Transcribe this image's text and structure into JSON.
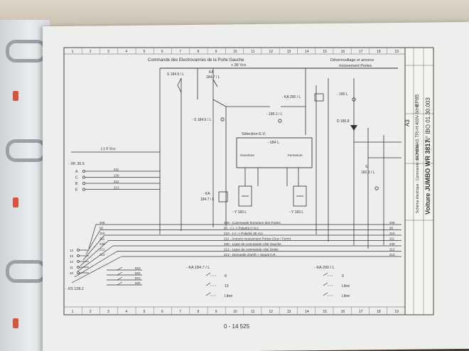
{
  "header_title": "Commande des Electrovannes de la Porte Gauche",
  "header_right_1": "Déverrouillage et amorce",
  "header_right_2": "mouvement Portes",
  "bus_top": "+ 36 Vcc",
  "bus_zero": "(-) 0 Vcc",
  "components": {
    "s1845": "S 184.5 / L",
    "ka1847_top": "KA",
    "ka1847_top_b": "184.7 / L",
    "s1846": "- S 184.6 / L",
    "ka200": "- KA 200 / L",
    "s1851": "- 185.1 / L",
    "selection": "Sélection E.V.",
    "s184l": "- 184 L",
    "ouverture": "Ouverture",
    "fermeture": "Fermeture",
    "ka1847_mid": "- KA",
    "ka1847_mid_b": "184.7 / L",
    "y183a": "- Y 183 L",
    "y183b": "- Y 183 L",
    "s1801": "- 180 L",
    "d1801": "D 180.8",
    "s1823": "S",
    "s1823_b": "182.3 / L",
    "xk": "- XK 35.5",
    "xs": "- XS 128.2"
  },
  "bus_lines": [
    {
      "num": "209",
      "label": "209 - Commande fermeture des Portes"
    },
    {
      "num": "90",
      "label": "90 - (-) -> Polarité 0 Vcc"
    },
    {
      "num": "210",
      "label": "210 - (+) -> Polarité 36 Vcc"
    },
    {
      "num": "211",
      "label": "211 - Amorce mouvement Portes (Ouv / Ferm)"
    },
    {
      "num": "230",
      "label": "230 - Ligne de commande côté Gauche"
    },
    {
      "num": "212",
      "label": "212 - Ligne de commande côté Droite"
    },
    {
      "num": "213",
      "label": "213 - Demande d'arrêt + Signal A.R."
    }
  ],
  "ref_right": [
    "209",
    "90",
    "210",
    "211",
    "230",
    "212",
    "213"
  ],
  "connector_xk_letters": [
    "A",
    "C",
    "B",
    "E"
  ],
  "connector_xk_nums": [
    "211",
    "230",
    "212",
    "213"
  ],
  "xs_pins": [
    "14",
    "13",
    "12",
    "11",
    "10"
  ],
  "xs_wires": [
    "823",
    "822",
    "821",
    "820"
  ],
  "contacts_ka1847": {
    "title": "- KA 184.7 / L",
    "rows": [
      "8",
      "13",
      "Libre"
    ]
  },
  "contacts_ka200": {
    "title": "- KA 200 / L",
    "rows": [
      "9",
      "Libre",
      "Libre"
    ]
  },
  "grid_numbers": [
    "1",
    "2",
    "3",
    "4",
    "5",
    "6",
    "7",
    "8",
    "9",
    "10",
    "11",
    "12",
    "13",
    "14",
    "15",
    "16",
    "17",
    "18",
    "19"
  ],
  "page_ref": "0 - 14 525",
  "title_block": {
    "line1": "Schéma électrique - Commande des Portes",
    "main": "Voiture JUMBO WR 3817",
    "sub": "SCHEMAS TRI-H 400V-50Hz",
    "code": "N° IBO 01.30.003",
    "sheet": "A3",
    "ep": "EP85"
  }
}
